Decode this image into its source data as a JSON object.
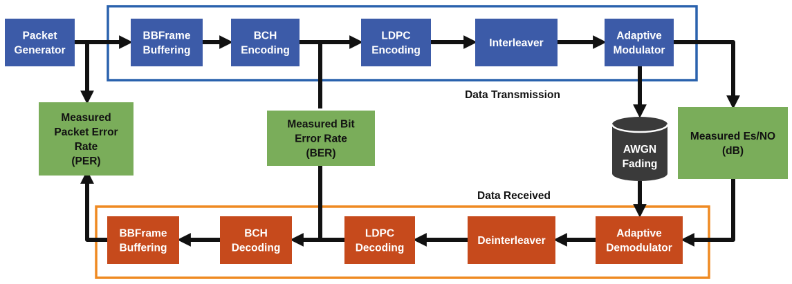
{
  "colors": {
    "transmit_block": "#3c5ba8",
    "receive_block": "#c64a1c",
    "measure_block": "#7aad5a",
    "awgn_block": "#3a3a3a",
    "transmit_border": "#2a62ad",
    "receive_border": "#ef8a22",
    "block_text_light": "#ffffff",
    "block_text_dark": "#111111",
    "arrow": "#111111"
  },
  "regions": {
    "transmission": {
      "label": "Data Transmission"
    },
    "received": {
      "label": "Data Received"
    }
  },
  "blocks": {
    "packet_generator": {
      "lines": [
        "Packet",
        "Generator"
      ]
    },
    "tx_bbframe": {
      "lines": [
        "BBFrame",
        "Buffering"
      ]
    },
    "bch_encoding": {
      "lines": [
        "BCH",
        "Encoding"
      ]
    },
    "ldpc_encoding": {
      "lines": [
        "LDPC",
        "Encoding"
      ]
    },
    "interleaver": {
      "lines": [
        "Interleaver"
      ]
    },
    "adaptive_modulator": {
      "lines": [
        "Adaptive",
        "Modulator"
      ]
    },
    "per": {
      "lines": [
        "Measured",
        "Packet Error",
        "Rate",
        "(PER)"
      ]
    },
    "ber": {
      "lines": [
        "Measured Bit",
        "Error Rate",
        "(BER)"
      ]
    },
    "esno": {
      "lines": [
        "Measured Es/NO",
        "(dB)"
      ]
    },
    "awgn": {
      "lines": [
        "AWGN",
        "Fading"
      ]
    },
    "rx_bbframe": {
      "lines": [
        "BBFrame",
        "Buffering"
      ]
    },
    "bch_decoding": {
      "lines": [
        "BCH",
        "Decoding"
      ]
    },
    "ldpc_decoding": {
      "lines": [
        "LDPC",
        "Decoding"
      ]
    },
    "deinterleaver": {
      "lines": [
        "Deinterleaver"
      ]
    },
    "adaptive_demodulator": {
      "lines": [
        "Adaptive",
        "Demodulator"
      ]
    }
  }
}
